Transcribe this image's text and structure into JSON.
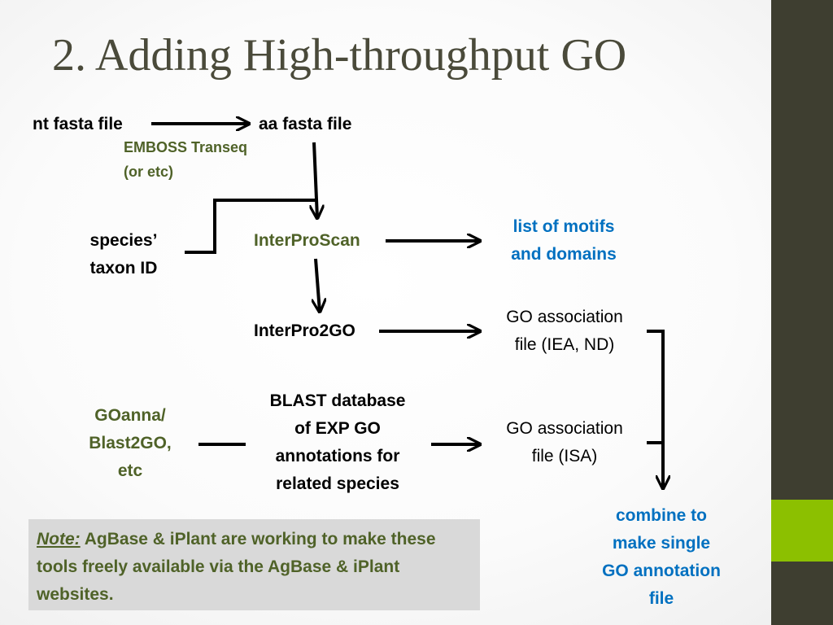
{
  "title": "2. Adding High-throughput GO",
  "nodes": {
    "nt_fasta": "nt fasta file",
    "aa_fasta": "aa fasta file",
    "emboss_line1": "EMBOSS Transeq",
    "emboss_line2": "(or etc)",
    "species_line1": "species’",
    "species_line2": "taxon ID",
    "interproscan": "InterProScan",
    "motifs_line1": "list of motifs",
    "motifs_line2": "and domains",
    "interpro2go": "InterPro2GO",
    "go_iea_line1": "GO association",
    "go_iea_line2": "file (IEA, ND)",
    "goanna_line1": "GOanna/",
    "goanna_line2": "Blast2GO,",
    "goanna_line3": "etc",
    "blast_line1": "BLAST database",
    "blast_line2": "of EXP GO",
    "blast_line3": "annotations for",
    "blast_line4": "related species",
    "go_isa_line1": "GO association",
    "go_isa_line2": "file (ISA)",
    "combine_line1": "combine to",
    "combine_line2": "make single",
    "combine_line3": "GO annotation",
    "combine_line4": "file"
  },
  "note": {
    "label": "Note:",
    "text": " AgBase & iPlant are working to make these tools freely available via the AgBase & iPlant websites."
  },
  "colors": {
    "sidebar": "#3e3e30",
    "sidebar_accent": "#8cc000",
    "green_text": "#4f6228",
    "blue_text": "#0070c0",
    "note_bg": "#d9d9d9"
  }
}
